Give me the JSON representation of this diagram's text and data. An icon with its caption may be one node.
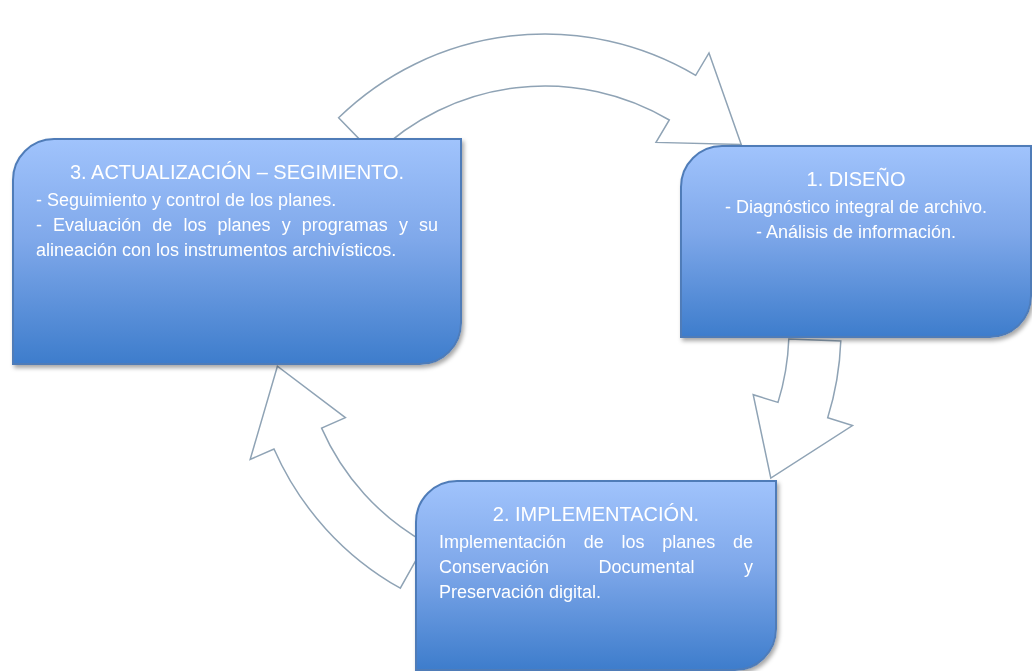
{
  "diagram": {
    "nodes": [
      {
        "text": [
          "3. ACTUALIZACIÓN – SEGIMIENTO.",
          "- Seguimiento y control de los planes.",
          "- Evaluación de los planes y programas y su alineación con los instrumentos archivísticos."
        ]
      },
      {
        "text": [
          "1. DISEÑO",
          "- Diagnóstico integral de archivo.",
          "- Análisis de información."
        ]
      },
      {
        "text": [
          "2. IMPLEMENTACIÓN.",
          "Implementación de los planes de Conservación Documental y Preservación digital."
        ]
      }
    ],
    "edges": [
      {
        "from": 0,
        "to": 1,
        "arrow": "to"
      },
      {
        "from": 1,
        "to": 2,
        "arrow": "to"
      },
      {
        "from": 2,
        "to": 0,
        "arrow": "to"
      }
    ]
  }
}
